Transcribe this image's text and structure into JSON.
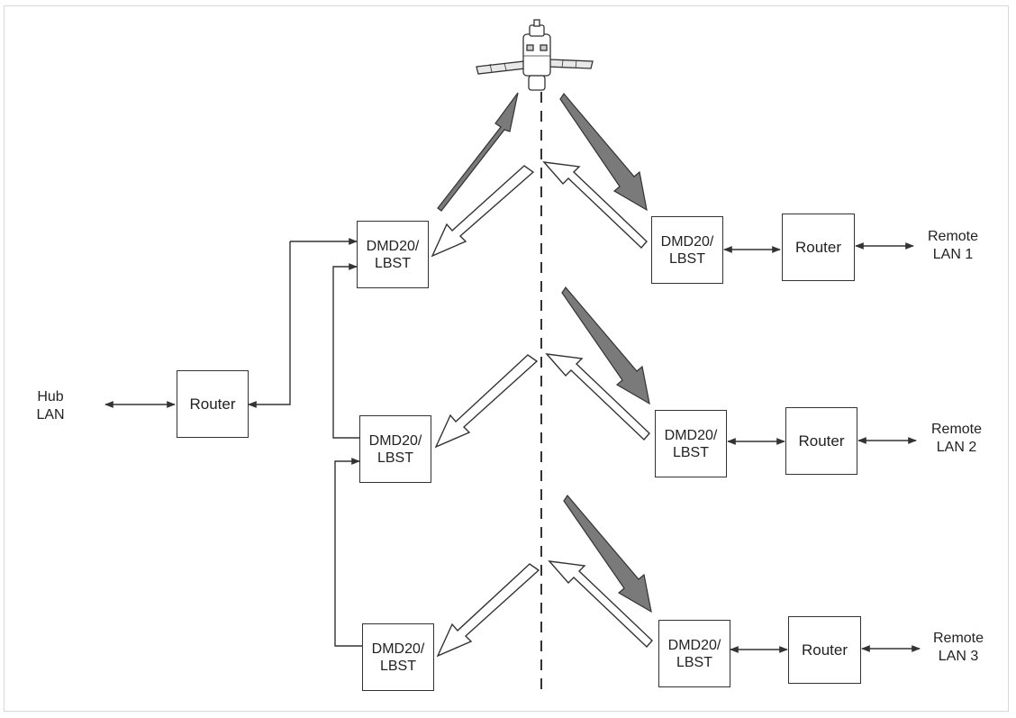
{
  "hub": {
    "lan_line1": "Hub",
    "lan_line2": "LAN",
    "router_label": "Router",
    "modems": [
      {
        "line1": "DMD20/",
        "line2": "LBST"
      },
      {
        "line1": "DMD20/",
        "line2": "LBST"
      },
      {
        "line1": "DMD20/",
        "line2": "LBST"
      }
    ]
  },
  "remotes": [
    {
      "modem_line1": "DMD20/",
      "modem_line2": "LBST",
      "router_label": "Router",
      "lan_line1": "Remote",
      "lan_line2": "LAN 1"
    },
    {
      "modem_line1": "DMD20/",
      "modem_line2": "LBST",
      "router_label": "Router",
      "lan_line1": "Remote",
      "lan_line2": "LAN 2"
    },
    {
      "modem_line1": "DMD20/",
      "modem_line2": "LBST",
      "router_label": "Router",
      "lan_line1": "Remote",
      "lan_line2": "LAN 3"
    }
  ],
  "colors": {
    "line": "#333333",
    "filled_arrow": "#7a7a7a",
    "hollow_arrow": "#ffffff"
  },
  "icons": {
    "satellite": "satellite-icon"
  }
}
